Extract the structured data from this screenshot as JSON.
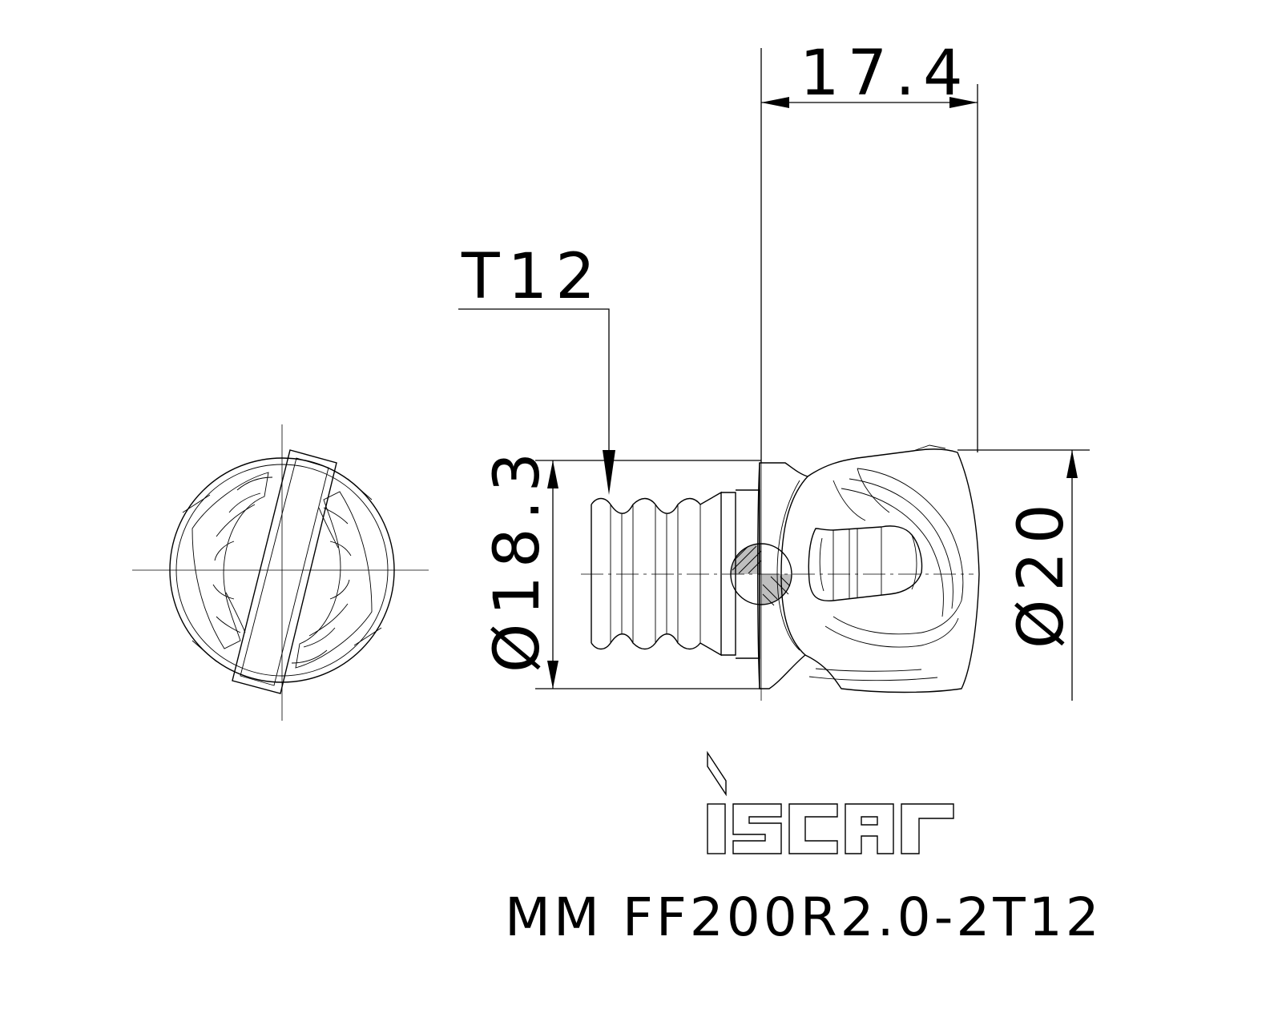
{
  "dimensions": {
    "length": "17.4",
    "thread": "T12",
    "neck_diameter": "Ø18.3",
    "head_diameter": "Ø20"
  },
  "brand": {
    "logo_text": "iscar"
  },
  "part_code": "MM FF200R2.0-2T12",
  "colors": {
    "line": "#000000",
    "background": "#ffffff"
  }
}
